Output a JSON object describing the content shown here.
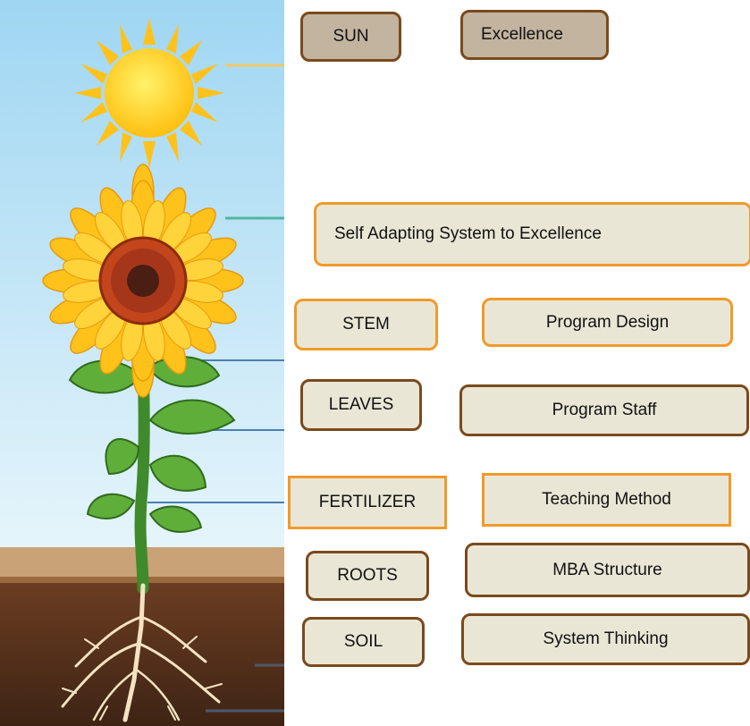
{
  "labels": {
    "sun": "SUN",
    "excellence": "Excellence",
    "flower_text": "Self Adapting System to Excellence",
    "stem": "STEM",
    "program_design": "Program Design",
    "leaves": "LEAVES",
    "program_staff": "Program Staff",
    "fertilizer": "FERTILIZER",
    "teaching_method": "Teaching Method",
    "roots": "ROOTS",
    "mba_structure": "MBA Structure",
    "soil": "SOIL",
    "system_thinking": "System Thinking"
  },
  "colors": {
    "brown_fill": "#c2b49f",
    "brown_border": "#7a4a1c",
    "cream_fill": "#eae6d6",
    "orange_border": "#f19a2a",
    "sky": "#bfe4f7",
    "soil": "#5a3320"
  }
}
